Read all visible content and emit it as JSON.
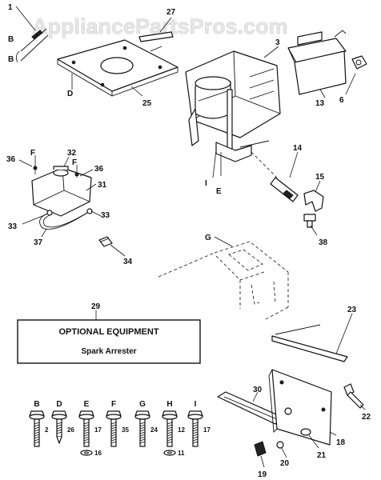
{
  "watermark": "AppliancePartsPros.com",
  "callouts": {
    "p1": "1",
    "p27": "27",
    "p3": "3",
    "p25": "25",
    "p13": "13",
    "p6": "6",
    "p14": "14",
    "p15": "15",
    "p38": "38",
    "p36a": "36",
    "p32": "32",
    "p36b": "36",
    "p31": "31",
    "p33a": "33",
    "p33b": "33",
    "p37": "37",
    "p34": "34",
    "p29": "29",
    "p23": "23",
    "p30": "30",
    "p22": "22",
    "p18": "18",
    "p21": "21",
    "p20": "20",
    "p19": "19"
  },
  "letters": {
    "b1": "B",
    "b2": "B",
    "d1": "D",
    "fa": "F",
    "fb": "F",
    "i1": "I",
    "e1": "E",
    "g1": "G"
  },
  "box": {
    "title": "OPTIONAL EQUIPMENT",
    "subtitle": "Spark Arrester"
  },
  "fasteners": [
    {
      "letter": "B",
      "num": "2"
    },
    {
      "letter": "D",
      "num": "26"
    },
    {
      "letter": "E",
      "num": "17",
      "washer": "16"
    },
    {
      "letter": "F",
      "num": "35"
    },
    {
      "letter": "G",
      "num": "24"
    },
    {
      "letter": "H",
      "num": "12",
      "washer": "11"
    },
    {
      "letter": "I",
      "num": "17"
    }
  ]
}
